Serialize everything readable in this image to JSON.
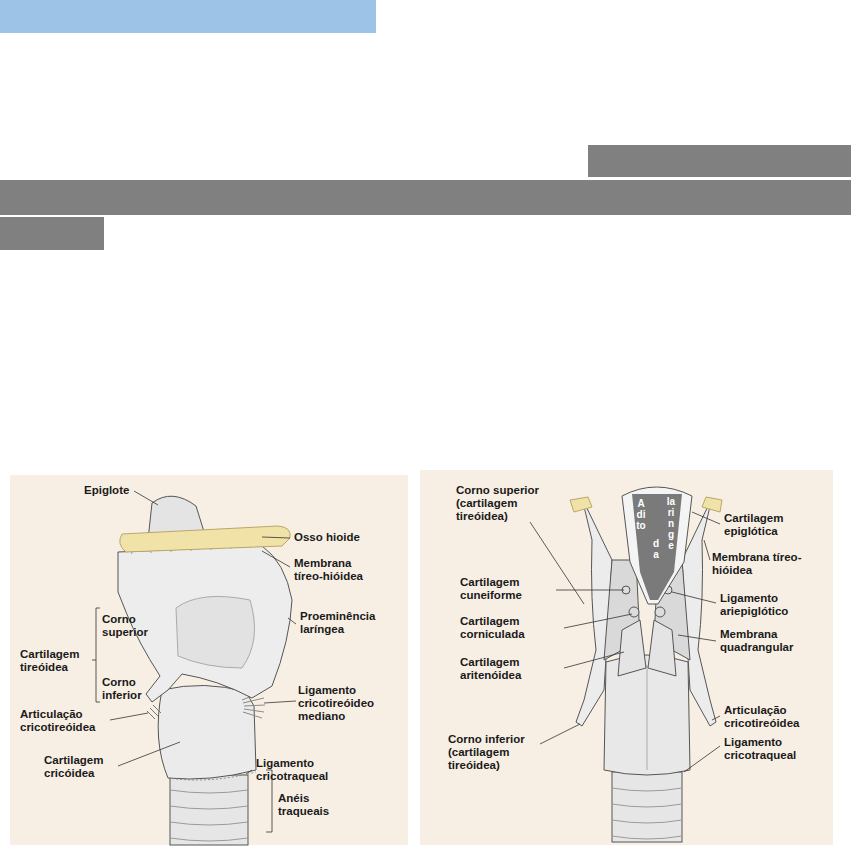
{
  "diagram": {
    "labels": [
      "Epiglote",
      "Osso hioide",
      "Membrana tíreo-hióidea",
      "Proeminência laríngea",
      "Corno superior",
      "Cartilagem tireóidea",
      "Corno inferior",
      "Ligamento cricotireóideo mediano",
      "Articulação cricotireóidea",
      "Cartilagem cricóidea",
      "Ligamento cricotraqueal",
      "Anéis traqueais",
      "Corno superior (cartilagem tireóidea)",
      "Cartilagem epiglótica",
      "Membrana tíreo-hióidea",
      "Adito",
      "da",
      "laringe",
      "Cartilagem cuneiforme",
      "Ligamento ariepiglótico",
      "Cartilagem corniculada",
      "Membrana quadrangular",
      "Cartilagem aritenóidea",
      "Articulação cricotireóidea",
      "Corno inferior (cartilagem tireóidea)",
      "Ligamento cricotraqueal"
    ]
  }
}
